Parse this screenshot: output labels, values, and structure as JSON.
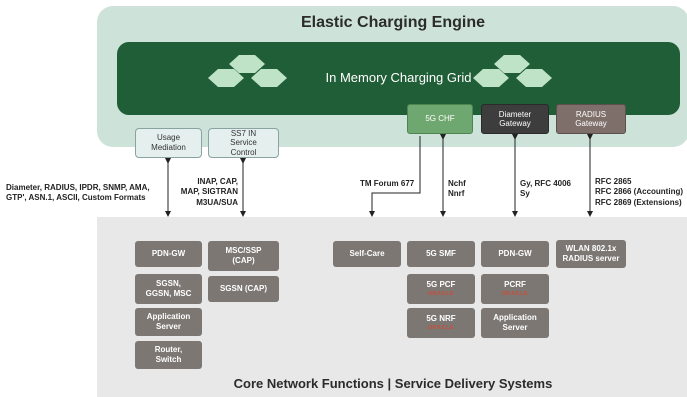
{
  "engine": {
    "title": "Elastic Charging Engine",
    "grid_label": "In Memory Charging Grid"
  },
  "gateways": {
    "chf": "5G CHF",
    "diameter_line1": "Diameter",
    "diameter_line2": "Gateway",
    "radius_line1": "RADIUS",
    "radius_line2": "Gateway"
  },
  "mediation": {
    "usage_line1": "Usage",
    "usage_line2": "Mediation",
    "ss7_line1": "SS7 IN",
    "ss7_line2": "Service",
    "ss7_line3": "Control"
  },
  "protocols": {
    "left_line1": "Diameter, RADIUS, IPDR, SNMP, AMA,",
    "left_line2": "GTP', ASN.1, ASCII, Custom Formats",
    "ss7_line1": "INAP, CAP,",
    "ss7_line2": "MAP, SIGTRAN",
    "ss7_line3": "M3UA/SUA",
    "tm_forum": "TM Forum 677",
    "nchf": "Nchf",
    "nnrf": "Nnrf",
    "gy": "Gy, RFC 4006",
    "sy": "Sy",
    "rfc1": "RFC 2865",
    "rfc2": "RFC 2866 (Accounting)",
    "rfc3": "RFC 2869 (Extensions)"
  },
  "core": {
    "title": "Core Network Functions | Service Delivery Systems",
    "pdn_gw_left": "PDN-GW",
    "sgsn_line1": "SGSN,",
    "sgsn_line2": "GGSN, MSC",
    "app_server_left_line1": "Application",
    "app_server_left_line2": "Server",
    "router_line1": "Router,",
    "router_line2": "Switch",
    "msc_ssp_line1": "MSC/SSP",
    "msc_ssp_line2": "(CAP)",
    "sgsn_cap": "SGSN (CAP)",
    "self_care": "Self-Care",
    "smf": "5G SMF",
    "pcf": "5G PCF",
    "nrf": "5G NRF",
    "pdn_gw_right": "PDN-GW",
    "pcrf": "PCRF",
    "app_server_right_line1": "Application",
    "app_server_right_line2": "Server",
    "wlan_line1": "WLAN 802.1x",
    "wlan_line2": "RADIUS server",
    "oracle_pcf": "ORACLE",
    "oracle_nrf": "ORACLE",
    "oracle_pcrf": "ORACLE"
  },
  "colors": {
    "engine_bg": "#cde3d9",
    "grid_bg": "#1f5e36",
    "node_bg": "#7d7774",
    "chf_bg": "#6fa770",
    "oracle_red": "#c94d3a"
  }
}
